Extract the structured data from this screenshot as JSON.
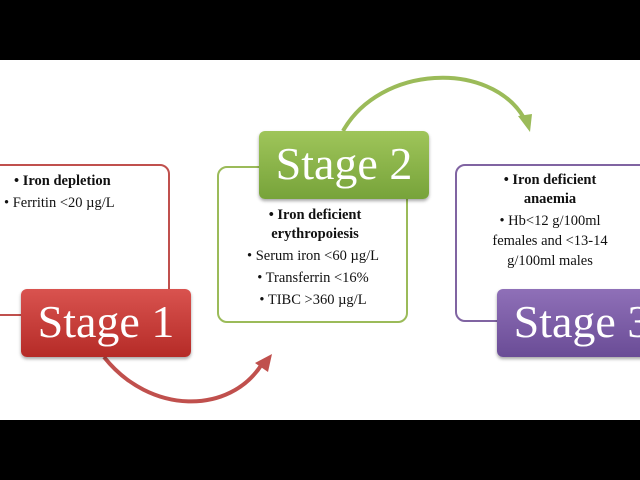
{
  "stages": [
    {
      "label": "Stage 1",
      "heading": "• Iron depletion",
      "bullets": [
        "• Ferritin <20 µg/L"
      ],
      "color": "#c0504d"
    },
    {
      "label": "Stage 2",
      "heading_lines": [
        "• Iron deficient",
        "erythropoiesis"
      ],
      "bullets": [
        "• Serum iron <60 µg/L",
        "• Transferrin <16%",
        "• TIBC >360 µg/L"
      ],
      "color": "#9bbb59"
    },
    {
      "label": "Stage 3",
      "heading_lines": [
        "• Iron deficient",
        "anaemia"
      ],
      "bullet_lines": [
        "• Hb<12 g/100ml",
        "females and <13-14",
        "g/100ml males"
      ],
      "color": "#8064a2"
    }
  ],
  "arrow_colors": {
    "red": "#c0504d",
    "green": "#9bbb59"
  }
}
